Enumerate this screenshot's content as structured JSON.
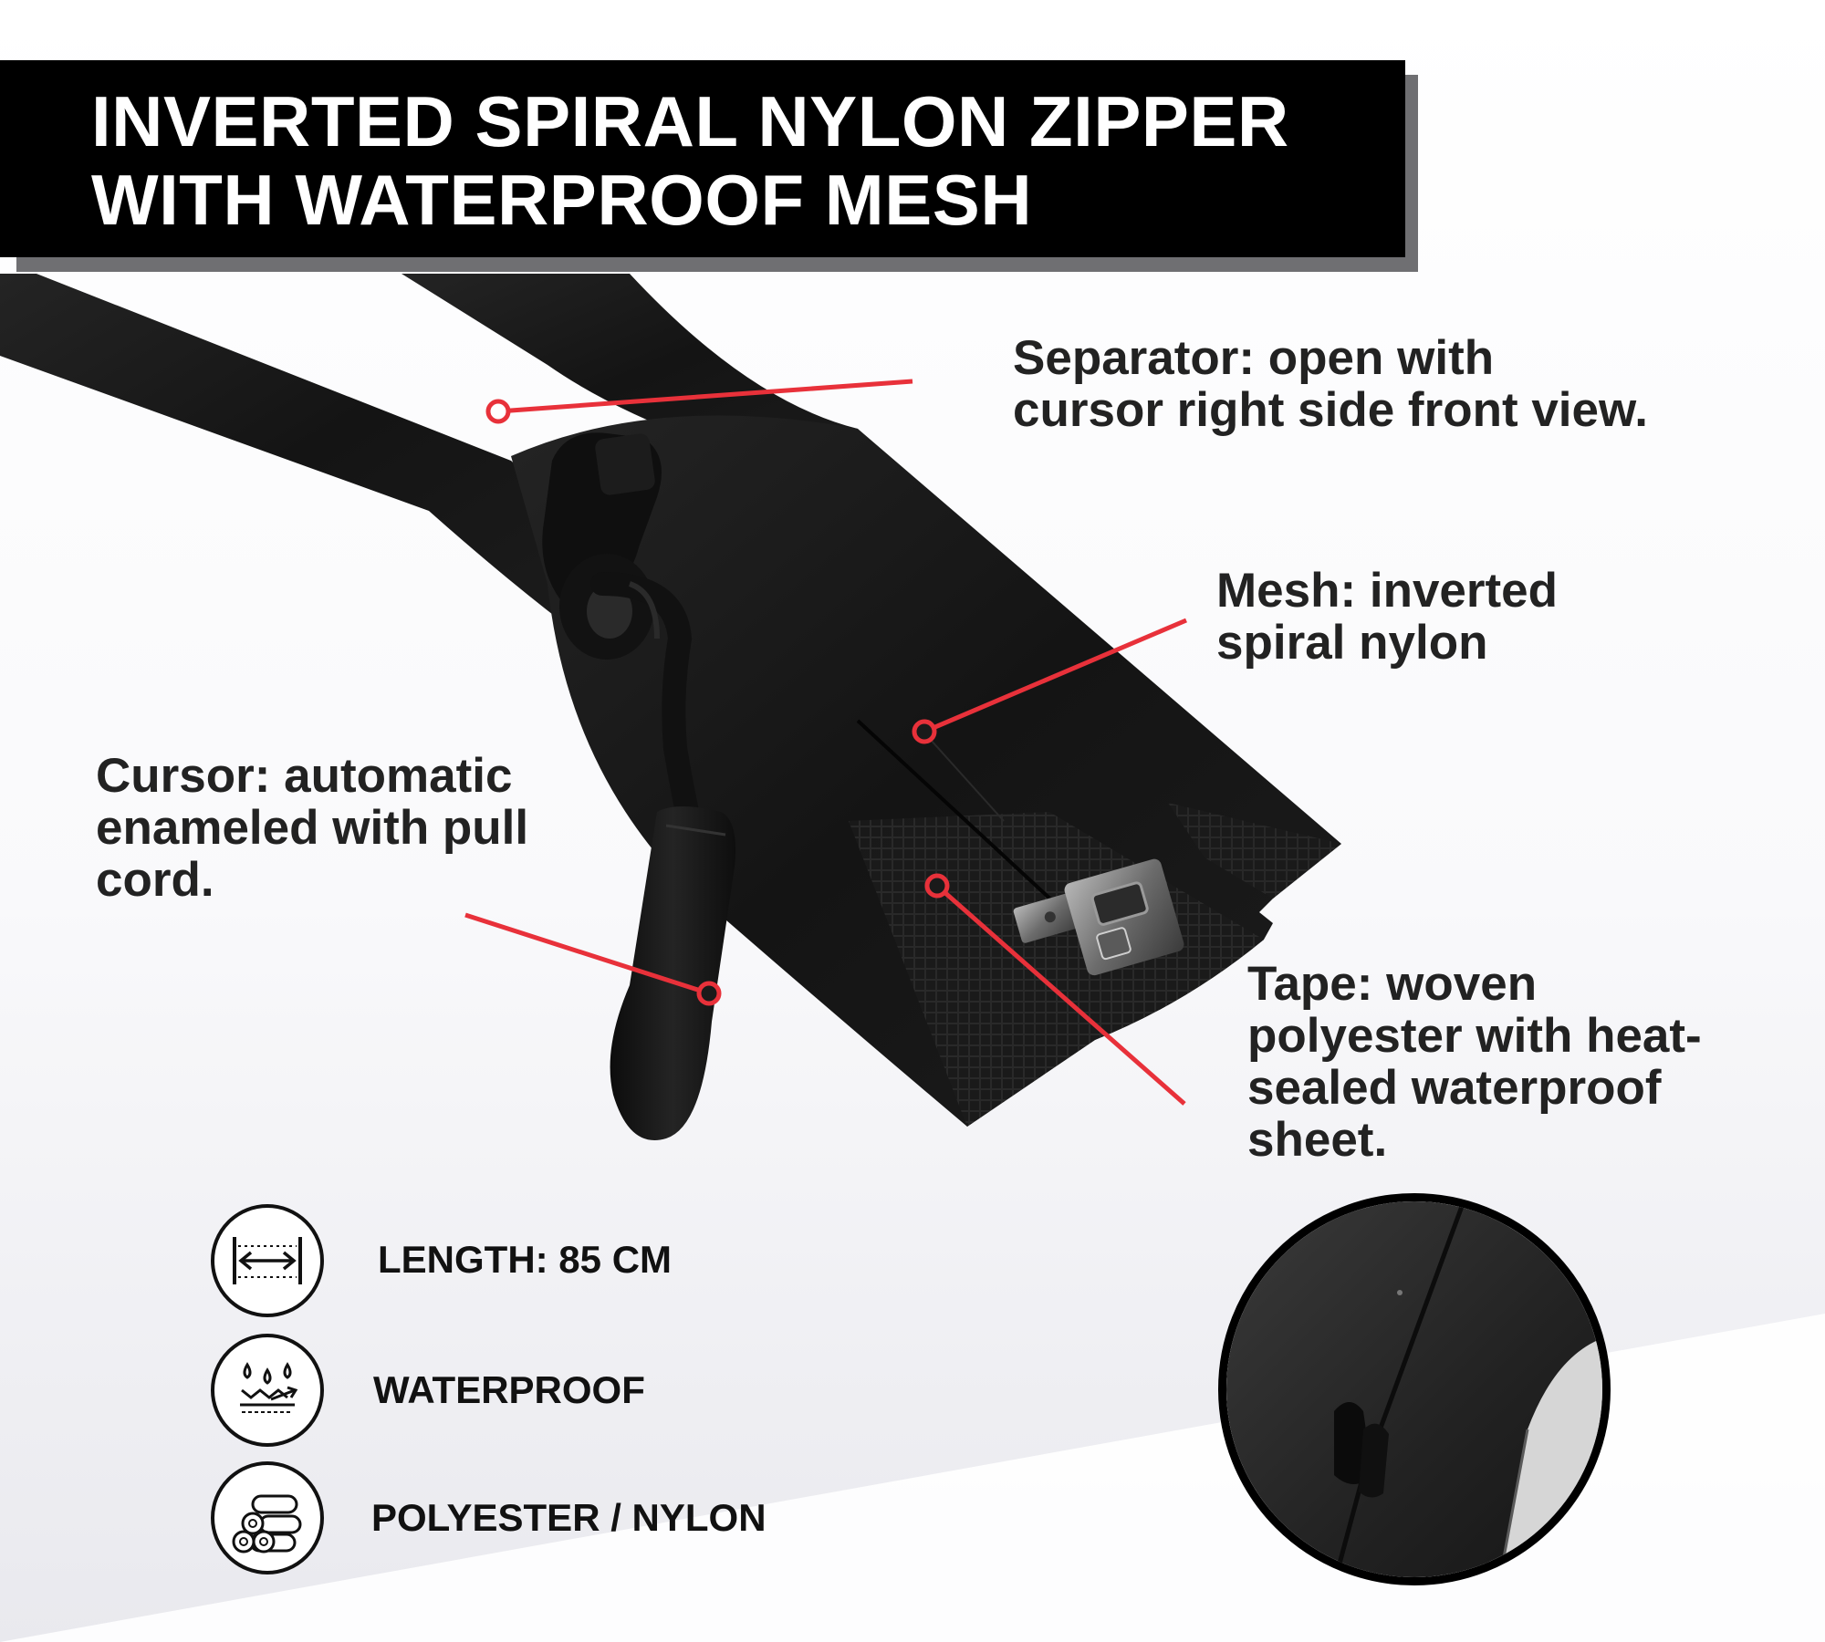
{
  "title": {
    "line1": "INVERTED SPIRAL NYLON ZIPPER",
    "line2": "WITH WATERPROOF MESH"
  },
  "colors": {
    "banner": "#000000",
    "banner_shadow": "#6f6f72",
    "callout_line": "#e8313a",
    "text": "#222222",
    "zipper": "#161616"
  },
  "callouts": {
    "separator": {
      "line1": "Separator: open with",
      "line2": "cursor right side front view."
    },
    "mesh": {
      "line1": "Mesh: inverted",
      "line2": "spiral nylon"
    },
    "cursor": {
      "line1": "Cursor: automatic",
      "line2": "enameled with pull",
      "line3": "cord."
    },
    "tape": {
      "line1": "Tape: woven",
      "line2": "polyester with heat-",
      "line3": "sealed waterproof",
      "line4": "sheet."
    }
  },
  "features": [
    {
      "label": "LENGTH: 85 CM",
      "icon": "length-icon"
    },
    {
      "label": "WATERPROOF",
      "icon": "waterproof-icon"
    },
    {
      "label": "POLYESTER / NYLON",
      "icon": "fabric-rolls-icon"
    }
  ],
  "zoom_detail": {
    "icon": "zipper-closeup-image"
  }
}
